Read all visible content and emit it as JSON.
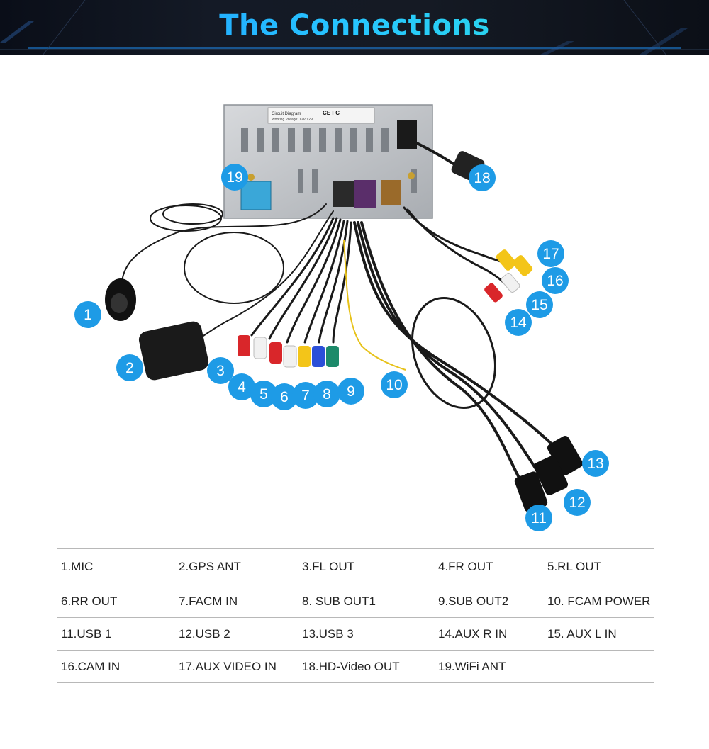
{
  "header": {
    "title": "The Connections"
  },
  "device": {
    "sticker_line1": "Circuit Diagram",
    "sticker_line2": "Working Voltage: 12V  12V ...",
    "cert_marks": "CE FC"
  },
  "callouts": [
    "1",
    "2",
    "3",
    "4",
    "5",
    "6",
    "7",
    "8",
    "9",
    "10",
    "11",
    "12",
    "13",
    "14",
    "15",
    "16",
    "17",
    "18",
    "19"
  ],
  "legend": {
    "rows": [
      [
        "1.MIC",
        "2.GPS ANT",
        "3.FL OUT",
        "4.FR OUT",
        "5.RL OUT"
      ],
      [
        "6.RR OUT",
        "7.FACM IN",
        "8. SUB OUT1",
        "9.SUB OUT2",
        "10. FCAM POWER"
      ],
      [
        "11.USB 1",
        "12.USB 2",
        "13.USB 3",
        "14.AUX R IN",
        "15. AUX L IN"
      ],
      [
        "16.CAM IN",
        "17.AUX VIDEO IN",
        "18.HD-Video OUT",
        "19.WiFi ANT",
        ""
      ]
    ]
  },
  "colors": {
    "badge": "#1e9be6",
    "banner_bg": "#121722",
    "rca_red": "#d9262a",
    "rca_white": "#f1f1f1",
    "rca_yellow": "#f3c519",
    "rca_blue": "#2b4fd8",
    "rca_green": "#1c8a6a"
  }
}
